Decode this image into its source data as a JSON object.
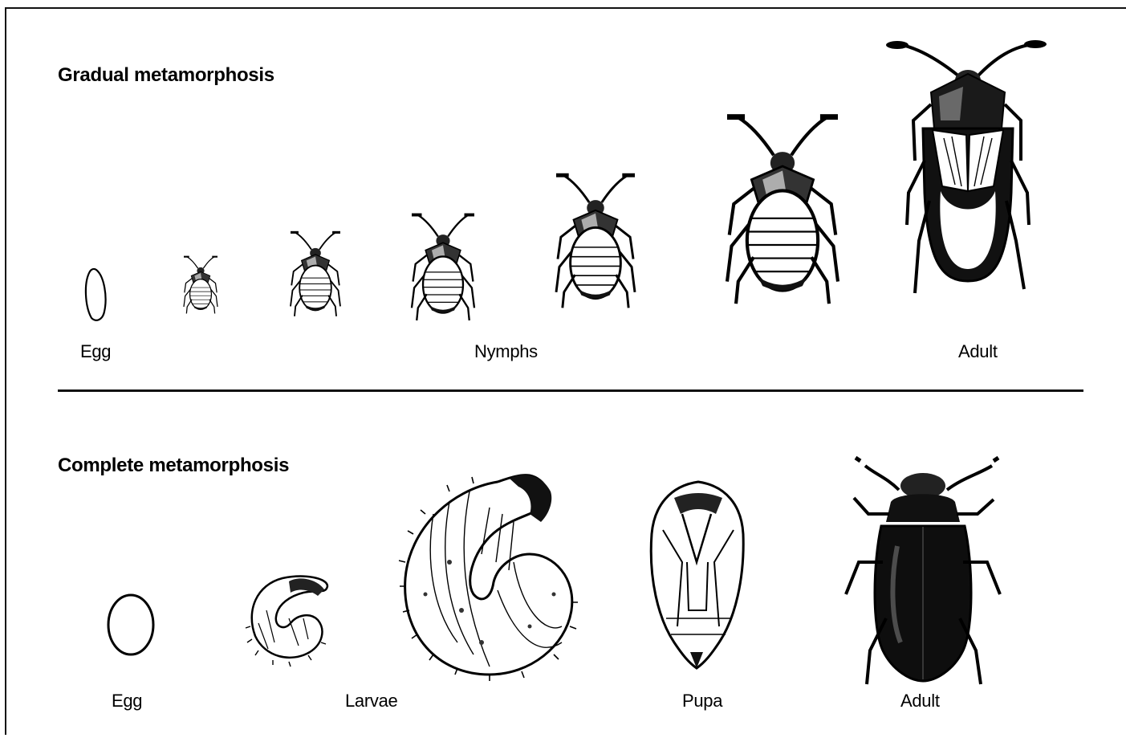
{
  "gradual": {
    "title": "Gradual metamorphosis",
    "labels": {
      "egg": "Egg",
      "nymphs": "Nymphs",
      "adult": "Adult"
    }
  },
  "complete": {
    "title": "Complete metamorphosis",
    "labels": {
      "egg": "Egg",
      "larvae": "Larvae",
      "pupa": "Pupa",
      "adult": "Adult"
    }
  }
}
